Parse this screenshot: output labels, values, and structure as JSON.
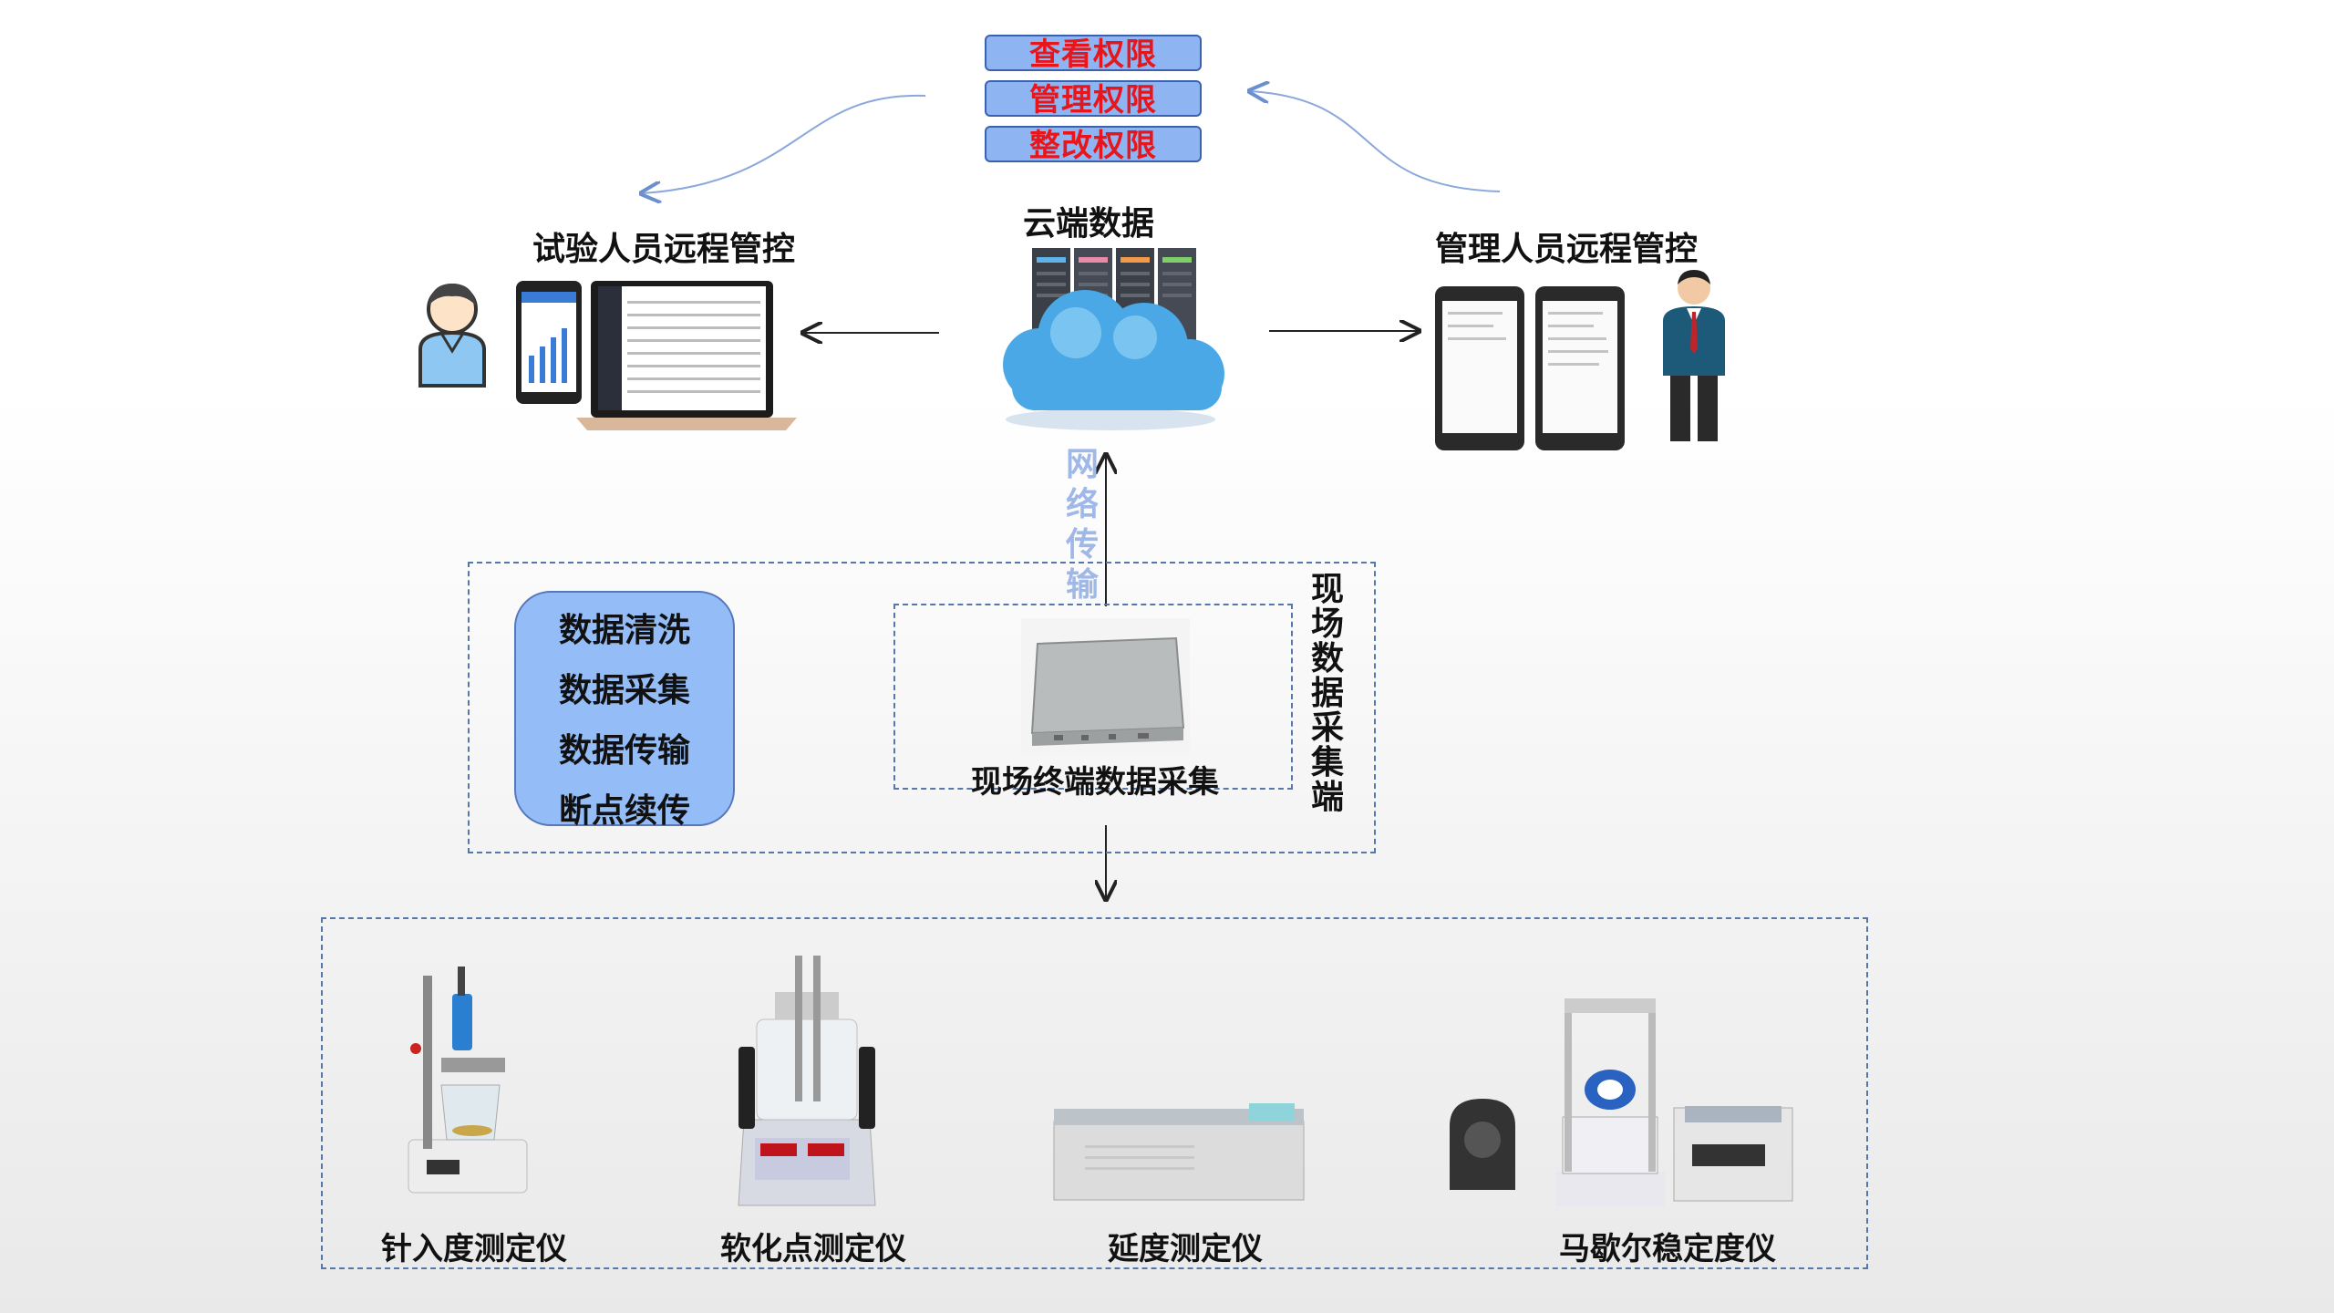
{
  "permissions": [
    "查看权限",
    "管理权限",
    "整改权限"
  ],
  "cloud": {
    "label": "云端数据"
  },
  "tester": {
    "label": "试验人员远程管控"
  },
  "manager": {
    "label": "管理人员远程管控"
  },
  "network": {
    "label_chars": [
      "网",
      "络",
      "传",
      "输"
    ]
  },
  "functions": [
    "数据清洗",
    "数据采集",
    "数据传输",
    "断点续传"
  ],
  "terminal": {
    "label": "现场终端数据采集"
  },
  "site": {
    "label_chars": [
      "现",
      "场",
      "数",
      "据",
      "采",
      "集",
      "端"
    ]
  },
  "instruments": [
    "针入度测定仪",
    "软化点测定仪",
    "延度测定仪",
    "马歇尔稳定度仪"
  ],
  "colors": {
    "perm_fill": "#8fb4f2",
    "perm_text": "#e8161b",
    "func_fill": "#94bcf7",
    "dash": "#5577aa",
    "network_text": "#9fb8e8"
  }
}
